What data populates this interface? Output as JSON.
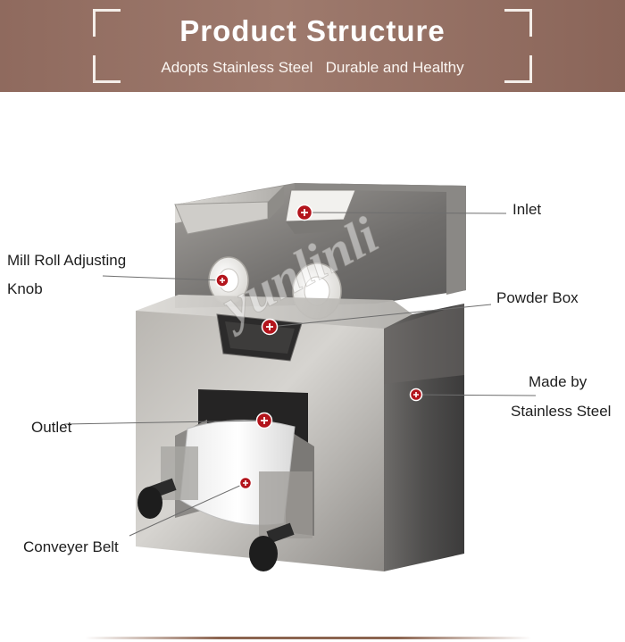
{
  "header": {
    "title": "Product Structure",
    "subtitle": "Adopts Stainless Steel   Durable and Healthy"
  },
  "labels": {
    "inlet": "Inlet",
    "mill_roll_line1": "Mill Roll Adjusting",
    "mill_roll_line2": "Knob",
    "powder_box": "Powder Box",
    "made_by_line1": "Made by",
    "made_by_line2": "Stainless Steel",
    "outlet": "Outlet",
    "conveyer_belt": "Conveyer Belt"
  },
  "watermark": "yunlinli",
  "colors": {
    "banner": "#9a7669",
    "marker": "#b3141c",
    "steel_light": "#c9c7c3",
    "steel_dark": "#5e5c5a"
  }
}
